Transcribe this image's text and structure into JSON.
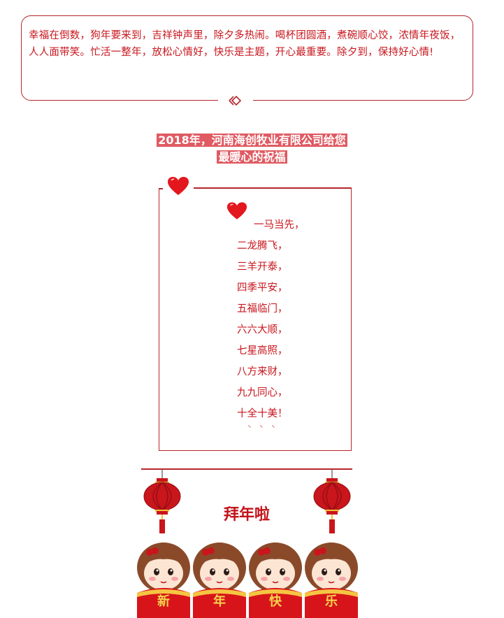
{
  "greeting": {
    "text": "幸福在倒数，狗年要来到，吉祥钟声里，除夕多热闹。喝杯团圆酒，煮碗顺心饺，浓情年夜饭，人人面带笑。忙活一整年，放松心情好，快乐是主题，开心最重要。除夕到，保持好心情!"
  },
  "title": {
    "line1": "2018年，河南海创牧业有限公司给您",
    "line2": "最暖心的祝福"
  },
  "poem": {
    "lines": [
      "一马当先，",
      "二龙腾飞，",
      "三羊开泰，",
      "四季平安，",
      "五福临门，",
      "六六大顺，",
      "七星高照，",
      "八方来财，",
      "九九同心，",
      "十全十美！"
    ],
    "trail": "、、、"
  },
  "banner": {
    "text": "拜年啦",
    "chars": [
      "新",
      "年",
      "快",
      "乐"
    ]
  },
  "colors": {
    "accent": "#c8161d",
    "border": "#b5262c",
    "title_bg": "#e05a62"
  }
}
